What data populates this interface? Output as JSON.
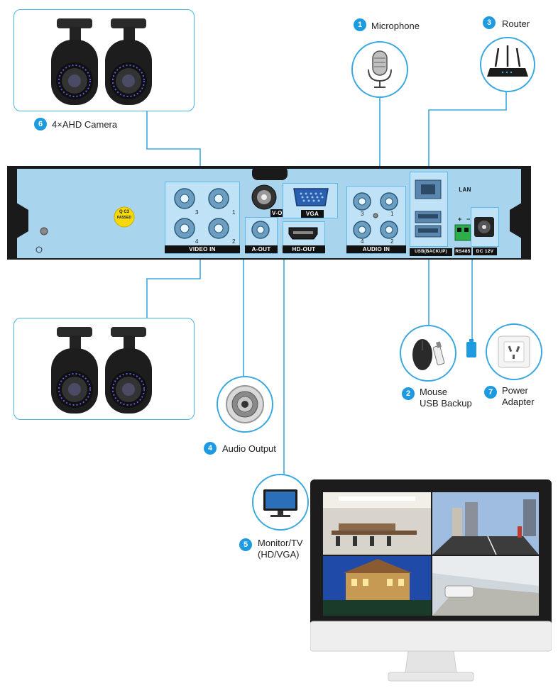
{
  "callouts": {
    "microphone": {
      "number": "1",
      "label": "Microphone"
    },
    "mouse": {
      "number": "2",
      "line1": "Mouse",
      "line2": "USB Backup"
    },
    "router": {
      "number": "3",
      "label": "Router"
    },
    "audio_output": {
      "number": "4",
      "label": "Audio Output"
    },
    "monitor": {
      "number": "5",
      "line1": "Monitor/TV",
      "line2": "(HD/VGA)"
    },
    "camera": {
      "number": "6",
      "label": "4×AHD Camera"
    },
    "power": {
      "number": "7",
      "line1": "Power",
      "line2": "Adapter"
    }
  },
  "dvr_panel": {
    "video_in": "VIDEO IN",
    "vout": "V-OUT",
    "vga": "VGA",
    "a_out": "A-OUT",
    "hd_out": "HD-OUT",
    "audio_in": "AUDIO IN",
    "lan": "LAN",
    "usb": "USB(BACKUP)",
    "rs485": "RS485",
    "dc12v": "DC 12V",
    "qc_line1": "Q C3",
    "qc_line2": "PASSED",
    "video_port_numbers": [
      "3",
      "1",
      "4",
      "2"
    ],
    "audio_port_numbers": [
      "3",
      "1",
      "4",
      "2"
    ],
    "rs485_plus": "+",
    "rs485_minus": "−"
  },
  "colors": {
    "accent": "#1e9be0",
    "panel_blue": "#a9d4ee",
    "chassis": "#1a1a1a",
    "line": "#3aa8e0"
  }
}
